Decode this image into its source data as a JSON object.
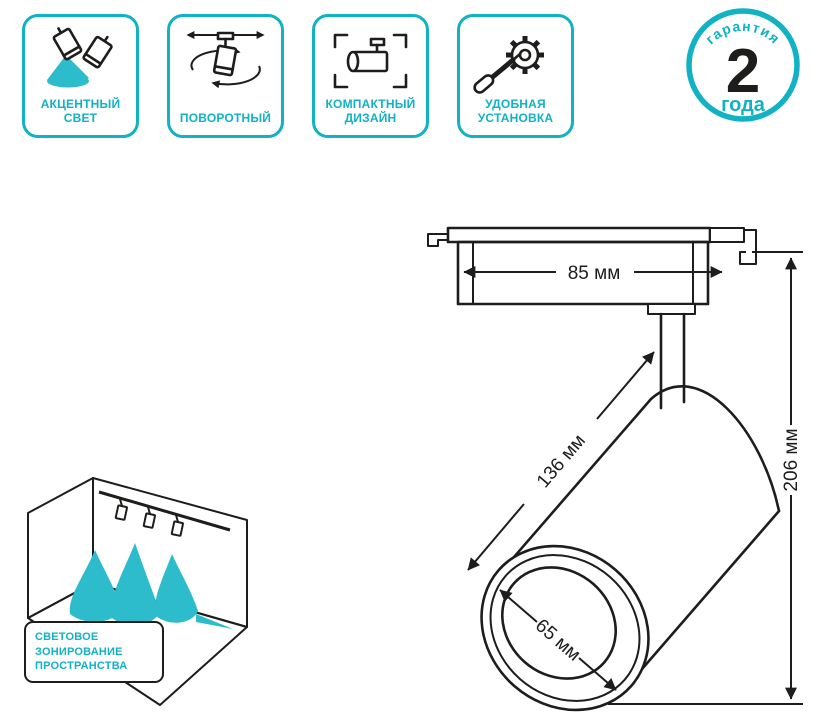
{
  "theme": {
    "accent": "#10b2c3",
    "beam_teal": "#2cbccb",
    "ink": "#1d1d1b",
    "background": "#ffffff"
  },
  "features": [
    {
      "icon": "accent-light-icon",
      "label_lines": [
        "АКЦЕНТНЫЙ",
        "СВЕТ"
      ]
    },
    {
      "icon": "rotatable-icon",
      "label_lines": [
        "ПОВОРОТНЫЙ"
      ]
    },
    {
      "icon": "compact-design-icon",
      "label_lines": [
        "КОМПАКТНЫЙ",
        "ДИЗАЙН"
      ]
    },
    {
      "icon": "easy-installation-icon",
      "label_lines": [
        "УДОБНАЯ",
        "УСТАНОВКА"
      ]
    }
  ],
  "warranty_badge": {
    "arc_text": "гарантия",
    "number": "2",
    "unit": "года"
  },
  "dimensions": {
    "track_width": "85 мм",
    "body_length": "136 мм",
    "total_height": "206 мм",
    "diameter": "65 мм"
  },
  "zoning_callout": {
    "label_lines": [
      "СВЕТОВОЕ",
      "ЗОНИРОВАНИЕ",
      "ПРОСТРАНСТВА"
    ]
  }
}
